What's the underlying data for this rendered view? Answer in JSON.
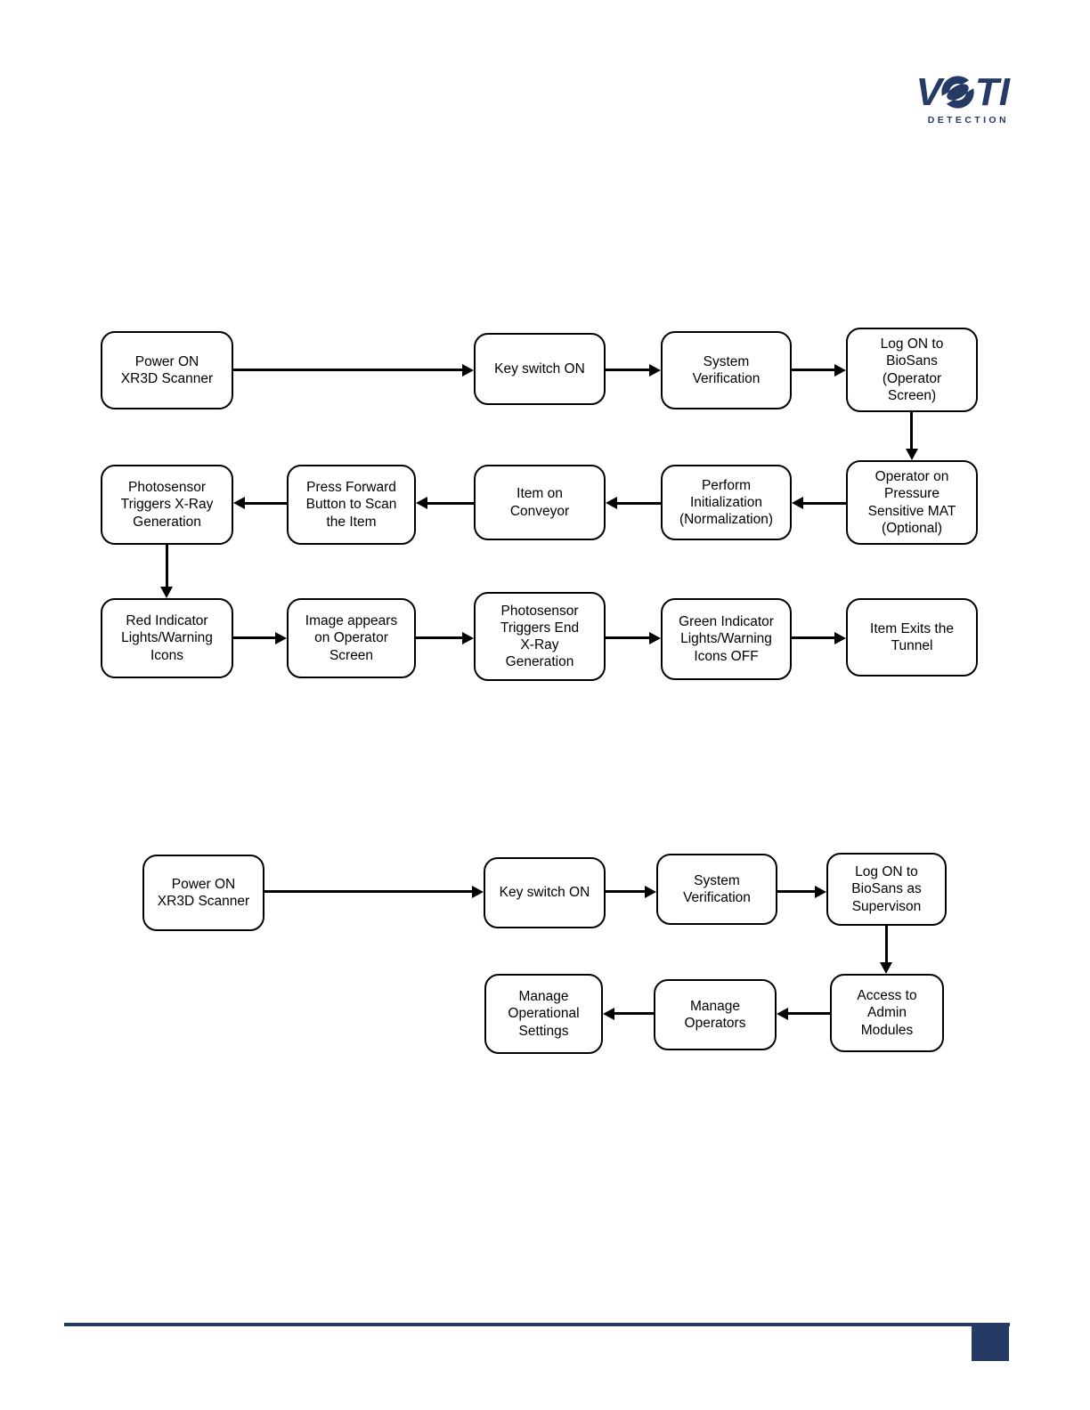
{
  "logo": {
    "brand_v": "V",
    "brand_ti": "TI",
    "subtitle": "DETECTION",
    "color": "#253a64"
  },
  "colors": {
    "ink": "#000000",
    "brand_navy": "#253a64",
    "background": "#ffffff"
  },
  "flowchart1": {
    "nodes": [
      {
        "id": "power-on-scanner",
        "label": "Power ON\nXR3D Scanner"
      },
      {
        "id": "key-switch-on",
        "label": "Key switch ON"
      },
      {
        "id": "system-verification",
        "label": "System\nVerification"
      },
      {
        "id": "log-on-biosans-operator",
        "label": "Log ON to\nBioSans\n(Operator\nScreen)"
      },
      {
        "id": "operator-pressure-mat",
        "label": "Operator on\nPressure\nSensitive MAT\n(Optional)"
      },
      {
        "id": "perform-initialization",
        "label": "Perform\nInitialization\n(Normalization)"
      },
      {
        "id": "item-on-conveyor",
        "label": "Item on\nConveyor"
      },
      {
        "id": "press-forward-button",
        "label": "Press Forward\nButton to Scan\nthe Item"
      },
      {
        "id": "photosensor-triggers-xray",
        "label": "Photosensor\nTriggers X-Ray\nGeneration"
      },
      {
        "id": "red-indicator-lights",
        "label": "Red Indicator\nLights/Warning\nIcons"
      },
      {
        "id": "image-appears-screen",
        "label": "Image appears\non Operator\nScreen"
      },
      {
        "id": "photosensor-end-xray",
        "label": "Photosensor\nTriggers End\nX-Ray\nGeneration"
      },
      {
        "id": "green-indicator-lights-off",
        "label": "Green Indicator\nLights/Warning\nIcons OFF"
      },
      {
        "id": "item-exits-tunnel",
        "label": "Item Exits the\nTunnel"
      }
    ],
    "edges": [
      [
        "power-on-scanner",
        "key-switch-on"
      ],
      [
        "key-switch-on",
        "system-verification"
      ],
      [
        "system-verification",
        "log-on-biosans-operator"
      ],
      [
        "log-on-biosans-operator",
        "operator-pressure-mat"
      ],
      [
        "operator-pressure-mat",
        "perform-initialization"
      ],
      [
        "perform-initialization",
        "item-on-conveyor"
      ],
      [
        "item-on-conveyor",
        "press-forward-button"
      ],
      [
        "press-forward-button",
        "photosensor-triggers-xray"
      ],
      [
        "photosensor-triggers-xray",
        "red-indicator-lights"
      ],
      [
        "red-indicator-lights",
        "image-appears-screen"
      ],
      [
        "image-appears-screen",
        "photosensor-end-xray"
      ],
      [
        "photosensor-end-xray",
        "green-indicator-lights-off"
      ],
      [
        "green-indicator-lights-off",
        "item-exits-tunnel"
      ]
    ]
  },
  "flowchart2": {
    "nodes": [
      {
        "id": "power-on-scanner-2",
        "label": "Power ON\nXR3D Scanner"
      },
      {
        "id": "key-switch-on-2",
        "label": "Key switch ON"
      },
      {
        "id": "system-verification-2",
        "label": "System\nVerification"
      },
      {
        "id": "log-on-biosans-supervison",
        "label": "Log ON to\nBioSans as\nSupervison"
      },
      {
        "id": "access-admin-modules",
        "label": "Access to\nAdmin\nModules"
      },
      {
        "id": "manage-operators",
        "label": "Manage\nOperators"
      },
      {
        "id": "manage-operational-settings",
        "label": "Manage\nOperational\nSettings"
      }
    ],
    "edges": [
      [
        "power-on-scanner-2",
        "key-switch-on-2"
      ],
      [
        "key-switch-on-2",
        "system-verification-2"
      ],
      [
        "system-verification-2",
        "log-on-biosans-supervison"
      ],
      [
        "log-on-biosans-supervison",
        "access-admin-modules"
      ],
      [
        "access-admin-modules",
        "manage-operators"
      ],
      [
        "manage-operators",
        "manage-operational-settings"
      ]
    ]
  }
}
